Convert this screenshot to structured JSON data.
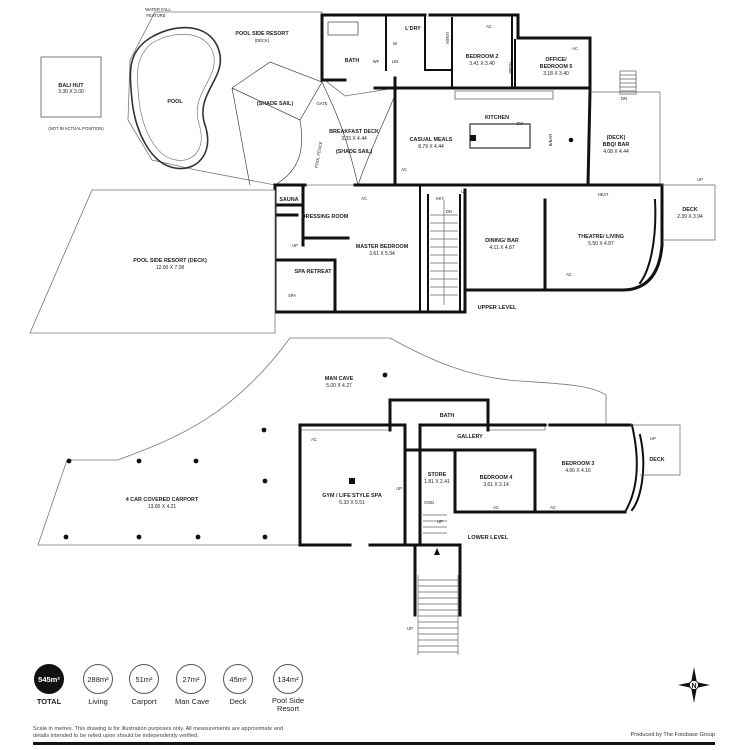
{
  "plan": {
    "upper_level_label": "UPPER LEVEL",
    "lower_level_label": "LOWER LEVEL",
    "rooms": {
      "bali_hut": {
        "name": "BALI HUT",
        "dims": "3.30 X 3.00",
        "note": "(NOT IN ACTUAL POSITION)"
      },
      "pool": {
        "name": "POOL"
      },
      "water_feature": {
        "line1": "WATER FALL",
        "line2": "FEATURE"
      },
      "pool_deck_top": {
        "name": "POOL SIDE RESORT",
        "sub": "(DECK)"
      },
      "shade_sail_1": {
        "name": "(SHADE SAIL)"
      },
      "shade_sail_2": {
        "name": "(SHADE SAIL)"
      },
      "bath_upper": {
        "name": "BATH"
      },
      "laundry": {
        "name": "L'DRY"
      },
      "bedroom2": {
        "name": "BEDROOM 2",
        "dims": "3.41 X 3.40"
      },
      "office": {
        "name": "OFFICE/",
        "name2": "BEDROOM 5",
        "dims": "3.18 X 3.40"
      },
      "kitchen": {
        "name": "KITCHEN"
      },
      "casual_meals": {
        "name": "CASUAL MEALS",
        "dims": "8.79 X 4.44"
      },
      "breakfast_deck": {
        "name": "BREAKFAST DECK",
        "dims": "3.33 X 4.44"
      },
      "bbq_deck": {
        "name": "(DECK)",
        "name2": "BBQ/ BAR",
        "dims": "4.08 X 4.44"
      },
      "sauna": {
        "name": "SAUNA"
      },
      "dressing": {
        "name": "DRESSING ROOM"
      },
      "master": {
        "name": "MASTER BEDROOM",
        "dims": "3.61 X 5.94"
      },
      "spa_retreat": {
        "name": "SPA RETREAT"
      },
      "pool_deck_big": {
        "name": "POOL SIDE RESORT (DECK)",
        "dims": "12.00 X 7.08"
      },
      "dining": {
        "name": "DINING/ BAR",
        "dims": "4.11 X 4.87"
      },
      "theatre": {
        "name": "THEATRE/ LIVING",
        "dims": "5.50 X 4.87"
      },
      "deck_upper": {
        "name": "DECK",
        "dims": "2.39 X 3.94"
      },
      "man_cave": {
        "name": "MAN CAVE",
        "dims": "5.00 X 4.27"
      },
      "bath_lower": {
        "name": "BATH"
      },
      "gallery": {
        "name": "GALLERY"
      },
      "carport": {
        "name": "4 CAR COVERED CARPORT",
        "dims": "13.00 X 4.21"
      },
      "gym": {
        "name": "GYM / LIFE STYLE SPA",
        "dims": "5.33 X 5.51"
      },
      "store": {
        "name": "STORE",
        "dims": "1.81 X 2.41"
      },
      "bedroom4": {
        "name": "BEDROOM 4",
        "dims": "3.61 X 3.14"
      },
      "bedroom3": {
        "name": "BEDROOM 3",
        "dims": "4.66 X 4.16"
      },
      "deck_lower": {
        "name": "DECK"
      }
    },
    "fixtures": {
      "ac": "AC",
      "up": "UP",
      "dn": "DN",
      "dw": "DW",
      "wf": "WF",
      "w": "W",
      "lin": "LIN",
      "linen": "LINEN",
      "robe": "ROBE",
      "gate": "GATE",
      "pool_fence": "POOL FENCE",
      "sky": "SKY",
      "heat": "HEAT",
      "b_bar": "B/BAR",
      "spa": "SPA",
      "void": "VOID"
    }
  },
  "stats": [
    {
      "value": "545m²",
      "label": "TOTAL",
      "emphasis": true
    },
    {
      "value": "288m²",
      "label": "Living",
      "emphasis": false
    },
    {
      "value": "51m²",
      "label": "Carport",
      "emphasis": false
    },
    {
      "value": "27m²",
      "label": "Man Cave",
      "emphasis": false
    },
    {
      "value": "45m²",
      "label": "Deck",
      "emphasis": false
    },
    {
      "value": "134m²",
      "label": "Pool Side Resort",
      "emphasis": false
    }
  ],
  "footer": {
    "disclaimer": "Scale in metres. This drawing is for illustration purposes only. All measurements are approximate and details intended to be relied upon should be independently verified.",
    "producer": "Produced by The Fotobase Group"
  },
  "compass": {
    "letter": "N"
  }
}
